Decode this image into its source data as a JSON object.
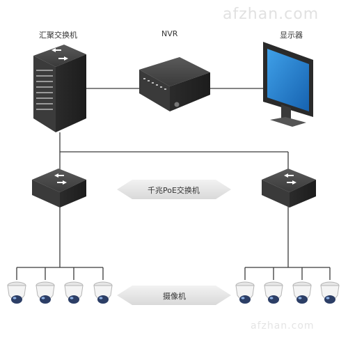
{
  "labels": {
    "aggregation_switch": "汇聚交换机",
    "nvr": "NVR",
    "monitor": "显示器",
    "poe_switch": "千兆PoE交换机",
    "cameras": "摄像机"
  },
  "watermarks": {
    "top": "afzhan.com",
    "bottom": "afzhan.com"
  },
  "colors": {
    "line": "#3a3a3a",
    "device_dark": "#2e2e2e",
    "screen_blue": "#1e7fd0",
    "arrow_fill": "#e8e8e8",
    "camera_dome": "#2c3e66"
  }
}
